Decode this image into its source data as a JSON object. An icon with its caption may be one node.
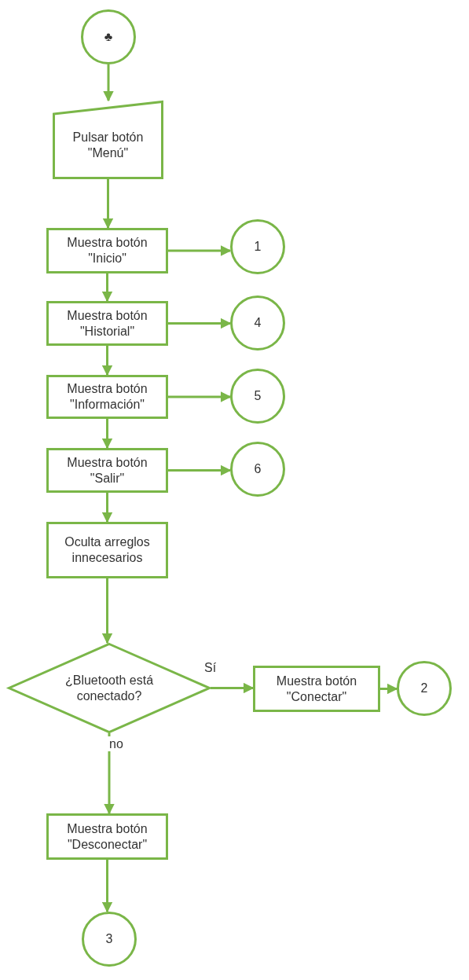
{
  "diagram": {
    "nodes": [
      {
        "text": [
          "♣"
        ]
      },
      {
        "text": [
          "Pulsar botón \"Menú\""
        ]
      },
      {
        "text": [
          "Muestra botón \"Inicio\""
        ]
      },
      {
        "text": [
          "1"
        ]
      },
      {
        "text": [
          "Muestra botón \"Historial\""
        ]
      },
      {
        "text": [
          "4"
        ]
      },
      {
        "text": [
          "Muestra botón \"Información\""
        ]
      },
      {
        "text": [
          "5"
        ]
      },
      {
        "text": [
          "Muestra botón \"Salir\""
        ]
      },
      {
        "text": [
          "6"
        ]
      },
      {
        "text": [
          "Oculta arreglos innecesarios"
        ]
      },
      {
        "text": [
          "¿Bluetooth está conectado?"
        ]
      },
      {
        "text": [
          "Muestra botón \"Conectar\""
        ]
      },
      {
        "text": [
          "2"
        ]
      },
      {
        "text": [
          "Muestra botón \"Desconectar\""
        ]
      },
      {
        "text": [
          "3"
        ]
      }
    ],
    "edges": [
      {
        "from": 0,
        "to": 1,
        "arrow": "to"
      },
      {
        "from": 1,
        "to": 2,
        "arrow": "to"
      },
      {
        "from": 2,
        "to": 3,
        "arrow": "to"
      },
      {
        "from": 2,
        "to": 4,
        "arrow": "to"
      },
      {
        "from": 4,
        "to": 5,
        "arrow": "to"
      },
      {
        "from": 4,
        "to": 6,
        "arrow": "to"
      },
      {
        "from": 6,
        "to": 7,
        "arrow": "to"
      },
      {
        "from": 6,
        "to": 8,
        "arrow": "to"
      },
      {
        "from": 8,
        "to": 9,
        "arrow": "to"
      },
      {
        "from": 8,
        "to": 10,
        "arrow": "to"
      },
      {
        "from": 10,
        "to": 11,
        "arrow": "to"
      },
      {
        "from": 11,
        "to": 12,
        "arrow": "to",
        "label": "Sí"
      },
      {
        "from": 12,
        "to": 13,
        "arrow": "to"
      },
      {
        "from": 11,
        "to": 14,
        "arrow": "to",
        "label": "no"
      },
      {
        "from": 14,
        "to": 15,
        "arrow": "to"
      }
    ]
  }
}
